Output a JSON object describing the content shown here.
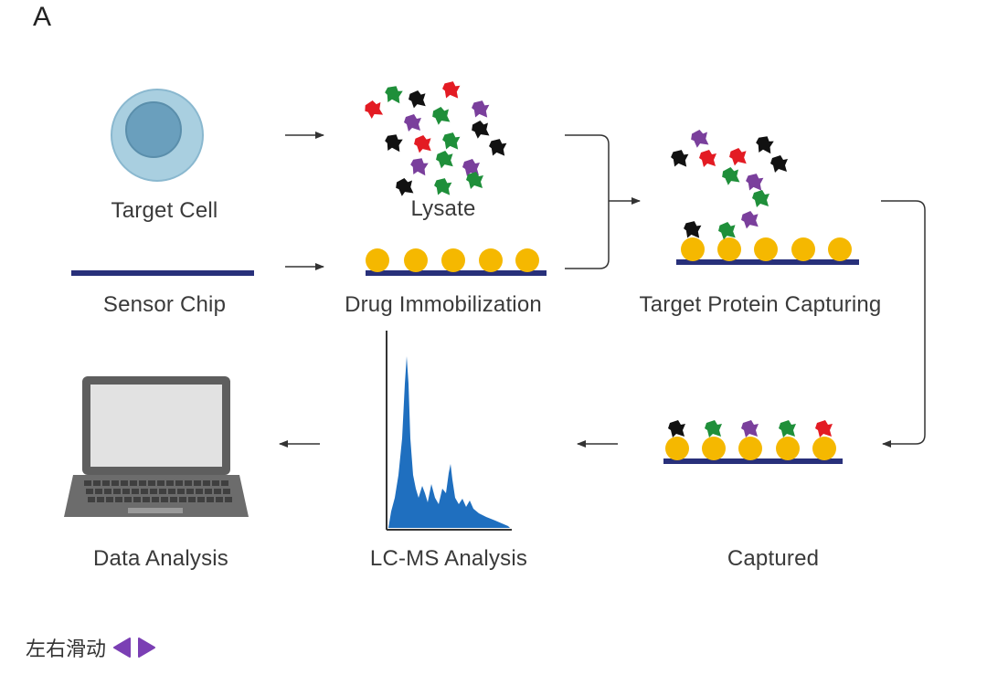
{
  "panel": {
    "letter": "A"
  },
  "labels": {
    "target_cell": "Target Cell",
    "lysate": "Lysate",
    "sensor_chip": "Sensor Chip",
    "drug_immobilization": "Drug Immobilization",
    "target_protein_capturing": "Target Protein Capturing",
    "captured": "Captured",
    "lc_ms_analysis": "LC-MS Analysis",
    "data_analysis": "Data Analysis"
  },
  "swipe": {
    "text": "左右滑动",
    "left_icon": "arrow-left-icon",
    "right_icon": "arrow-right-icon"
  },
  "colors": {
    "cell_outer": "#a9cfe0",
    "cell_inner": "#6a9fbd",
    "chip": "#28307a",
    "drug_bead": "#f5b800",
    "protein_red": "#e31b23",
    "protein_green": "#1f8f3a",
    "protein_black": "#111111",
    "protein_purple": "#7a3f9c",
    "spectrum": "#1f6fbf",
    "laptop_frame": "#5e5e5e",
    "laptop_screen": "#e2e2e2",
    "arrow": "#333333",
    "swipe_icon": "#7b3fb4"
  }
}
